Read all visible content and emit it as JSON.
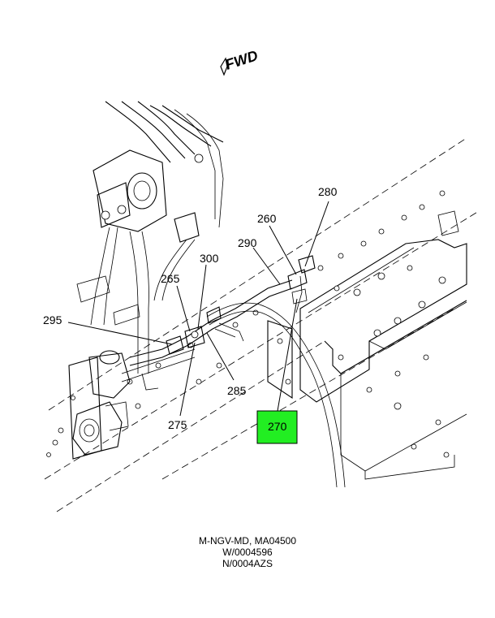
{
  "direction_label": "FWD",
  "callouts": [
    {
      "id": "260",
      "label": "260",
      "highlighted": false
    },
    {
      "id": "265",
      "label": "265",
      "highlighted": false
    },
    {
      "id": "270",
      "label": "270",
      "highlighted": true
    },
    {
      "id": "275",
      "label": "275",
      "highlighted": false
    },
    {
      "id": "280",
      "label": "280",
      "highlighted": false
    },
    {
      "id": "285",
      "label": "285",
      "highlighted": false
    },
    {
      "id": "290",
      "label": "290",
      "highlighted": false
    },
    {
      "id": "295",
      "label": "295",
      "highlighted": false
    },
    {
      "id": "300",
      "label": "300",
      "highlighted": false
    }
  ],
  "highlight_color": "#22ee22",
  "caption": {
    "line1": "M-NGV-MD, MA04500",
    "line2": "W/0004596",
    "line3": "N/0004AZS"
  }
}
